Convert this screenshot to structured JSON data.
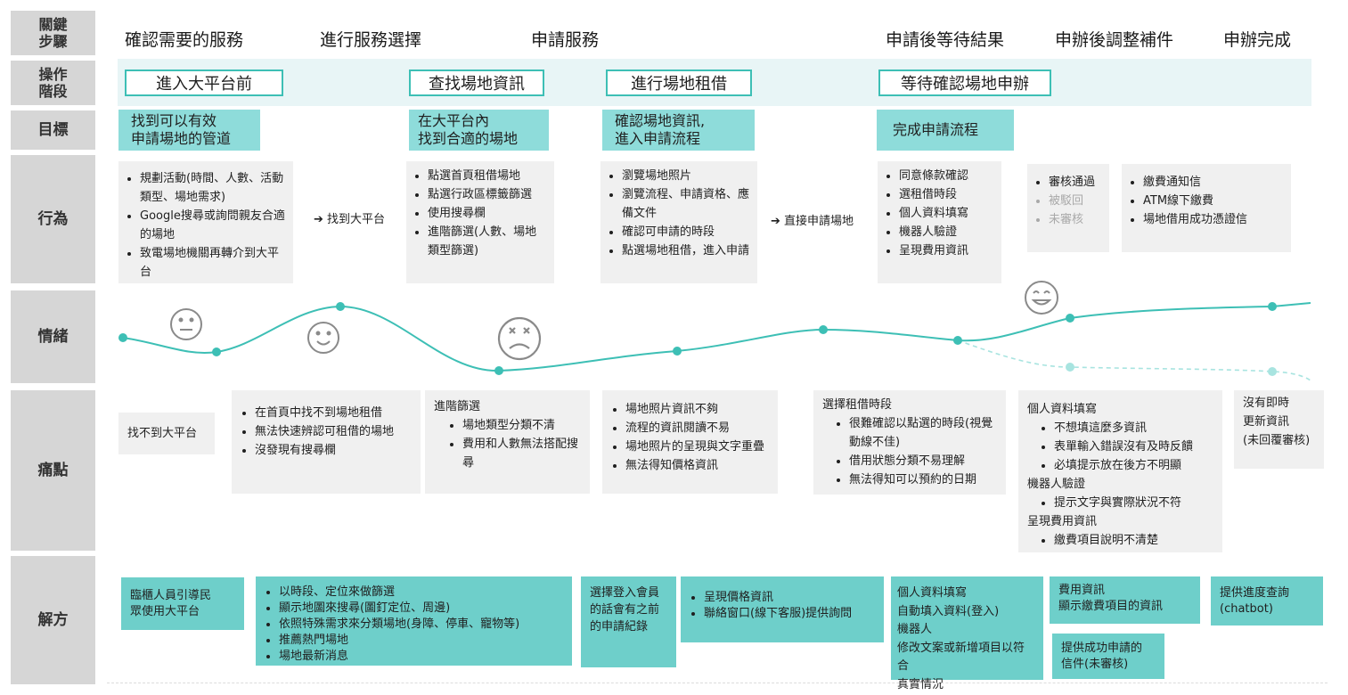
{
  "row_labels": [
    "關鍵\n步驟",
    "操作\n階段",
    "目標",
    "行為",
    "情緒",
    "痛點",
    "解方"
  ],
  "steps": [
    "確認需要的服務",
    "進行服務選擇",
    "申請服務",
    "申請後等待結果",
    "申辦後調整補件",
    "申辦完成"
  ],
  "stages": [
    "進入大平台前",
    "查找場地資訊",
    "進行場地租借",
    "等待確認場地申辦"
  ],
  "goals": [
    "找到可以有效\n申請場地的管道",
    "在大平台內\n找到合適的場地",
    "確認場地資訊,\n進入申請流程",
    "完成申請流程"
  ],
  "actions": {
    "a1": [
      "規劃活動(時間、人數、活動類型、場地需求)",
      "Google搜尋或詢問親友合適的場地",
      "致電場地機關再轉介到大平台"
    ],
    "a1_note": "➔ 找到大平台",
    "a2": [
      "點選首頁租借場地",
      "點選行政區標籤篩選",
      "使用搜尋欄",
      "進階篩選(人數、場地類型篩選)"
    ],
    "a3": [
      "瀏覽場地照片",
      "瀏覽流程、申請資格、應備文件",
      "確認可申請的時段",
      "點選場地租借，進入申請"
    ],
    "a3_note": "➔ 直接申請場地",
    "a4": [
      "同意條款確認",
      "選租借時段",
      "個人資料填寫",
      "機器人驗證",
      "呈現費用資訊"
    ],
    "a5": [
      "審核通過",
      "被駁回",
      "未審核"
    ],
    "a6": [
      "繳費通知信",
      "ATM線下繳費",
      "場地借用成功憑證信"
    ]
  },
  "emotion_faces": [
    "neutral-face-icon",
    "smile-face-icon",
    "dizzy-sad-face-icon",
    "grin-face-icon"
  ],
  "pains": {
    "p1": "找不到大平台",
    "p2": [
      "在首頁中找不到場地租借",
      "無法快速辨認可租借的場地",
      "沒發現有搜尋欄"
    ],
    "p3_head": "進階篩選",
    "p3": [
      "場地類型分類不清",
      "費用和人數無法搭配搜尋"
    ],
    "p4": [
      "場地照片資訊不夠",
      "流程的資訊閱讀不易",
      "場地照片的呈現與文字重疊",
      "無法得知價格資訊"
    ],
    "p5_head": "選擇租借時段",
    "p5": [
      "很難確認以點選的時段(視覺動線不佳)",
      "借用狀態分類不易理解",
      "無法得知可以預約的日期"
    ],
    "p6_head1": "個人資料填寫",
    "p6_list1": [
      "不想填這麼多資訊",
      "表單輸入錯誤沒有及時反饋",
      "必填提示放在後方不明顯"
    ],
    "p6_head2": "機器人驗證",
    "p6_list2": [
      "提示文字與實際狀況不符"
    ],
    "p6_head3": "呈現費用資訊",
    "p6_list3": [
      "繳費項目說明不清楚"
    ],
    "p7": "沒有即時\n更新資訊\n(未回覆審核)"
  },
  "solutions": {
    "s1": "臨櫃人員引導民\n眾使用大平台",
    "s2": [
      "以時段、定位來做篩選",
      "顯示地圖來搜尋(圖釘定位、周邊)",
      "依照特殊需求來分類場地(身障、停車、寵物等)",
      "推薦熱門場地",
      "場地最新消息"
    ],
    "s3": "選擇登入會員\n的話會有之前\n的申請紀錄",
    "s4": [
      "呈現價格資訊",
      "聯絡窗口(線下客服)提供詢問"
    ],
    "s5": "個人資料填寫\n自動填入資料(登入)\n機器人\n修改文案或新增項目以符合\n真實情況",
    "s6": "費用資訊\n顯示繳費項目的資訊",
    "s7": "提供成功申請的\n信件(未審核)",
    "s8": "提供進度查詢\n(chatbot)"
  },
  "colors": {
    "accent": "#3dbfb5",
    "goal": "#8edcda",
    "solution": "#6ecfca",
    "label": "#d6d6d6",
    "box": "#f0f0f0",
    "stage_bar": "#e8f5f6",
    "faded": "#a8e4e0"
  }
}
